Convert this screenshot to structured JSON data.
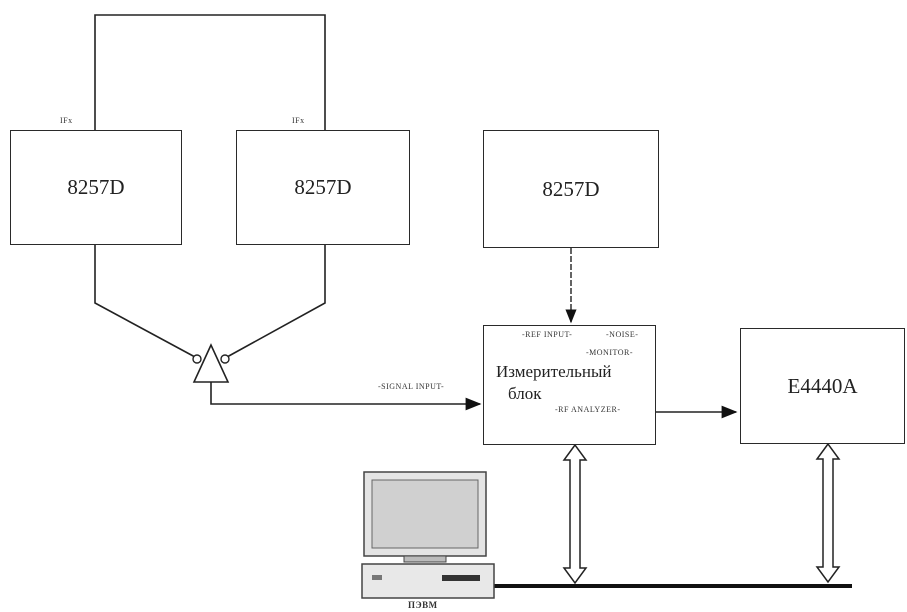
{
  "blocks": {
    "gen_left": "8257D",
    "gen_mid": "8257D",
    "gen_right": "8257D",
    "analyzer": "E4440A",
    "measuring_unit_line1": "Измерительный",
    "measuring_unit_line2": "блок"
  },
  "port_labels": {
    "ref_input": "-REF INPUT-",
    "noise": "-NOISE-",
    "monitor": "-MONITOR-",
    "rf_analyzer": "-RF ANALYZER-",
    "signal_input": "-SIGNAL INPUT-",
    "hx_left": "IFx",
    "hx_mid": "IFx"
  },
  "computer_label": "ПЭВМ"
}
